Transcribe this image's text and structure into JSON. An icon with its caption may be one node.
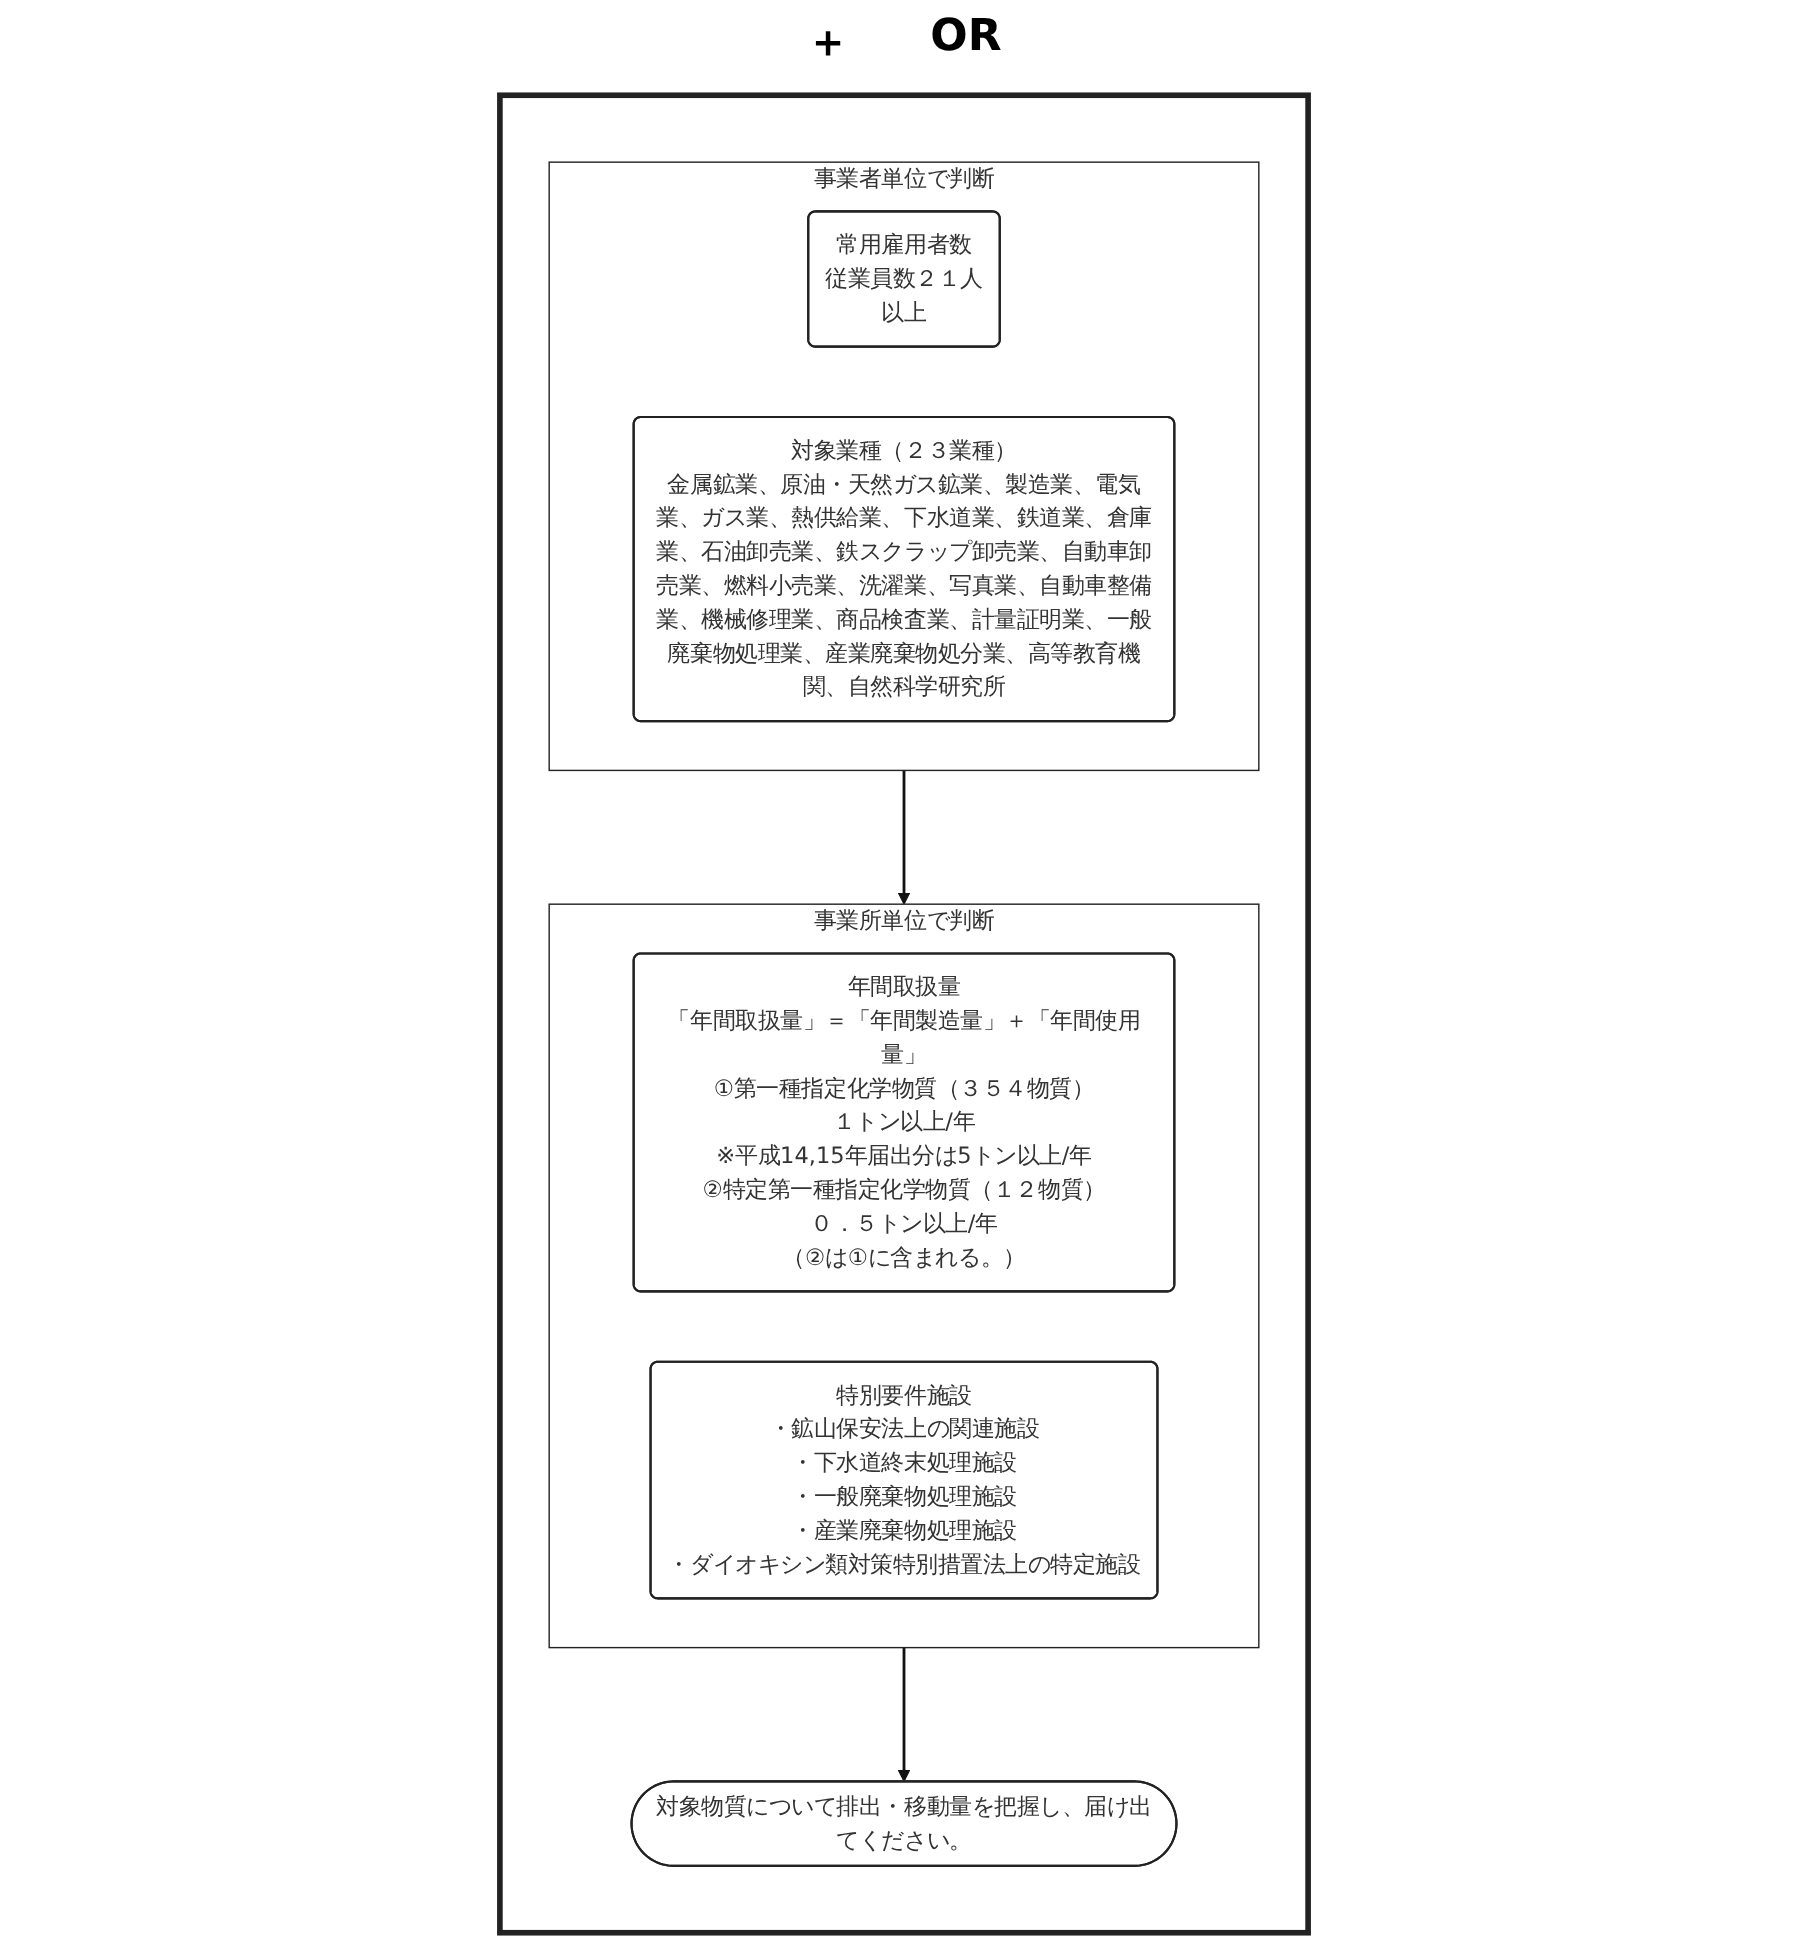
{
  "diagram": {
    "nodes": [
      {
        "text": [],
        "shape": "bubble"
      },
      {
        "text": [
          "事業者単位で判断"
        ],
        "in": 0
      },
      {
        "text": [
          "常用雇用者数",
          "従業員数２１人",
          "以上"
        ],
        "in": 1
      },
      {
        "text": [
          "対象業種（２３業種）",
          "金属鉱業、原油・天然ガス鉱業、製造業、電気業、ガス業、熱供給業、下水道業、鉄道業、倉庫業、石油卸売業、鉄スクラップ卸売業、自動車卸売業、燃料小売業、洗濯業、写真業、自動車整備業、機械修理業、商品検査業、計量証明業、一般廃棄物処理業、産業廃棄物処分業、高等教育機関、自然科学研究所"
        ],
        "in": 1
      },
      {
        "text": [
          "事業所単位で判断"
        ],
        "in": 0
      },
      {
        "text": [
          "年間取扱量",
          "「年間取扱量」＝「年間製造量」＋「年間使用量」",
          "①第一種指定化学物質（３５４物質）",
          "１トン以上/年",
          "※平成14,15年届出分は5トン以上/年",
          "②特定第一種指定化学物質（１２物質）",
          "０．５トン以上/年",
          "（②は①に含まれる。）"
        ],
        "in": 4
      },
      {
        "text": [
          "特別要件施設",
          "・鉱山保安法上の関連施設",
          "・下水道終末処理施設",
          "・一般廃棄物処理施設",
          "・産業廃棄物処理施設",
          "・ダイオキシン類対策特別措置法上の特定施設"
        ],
        "in": 4
      },
      {
        "text": [
          "対象物質について排出・移動量を把握し、届け出てください。"
        ],
        "in": 0
      }
    ],
    "edges": [
      {
        "from": 1,
        "to": 4,
        "arrow": "to"
      },
      {
        "from": 4,
        "to": 7,
        "arrow": "to"
      }
    ],
    "labels": [
      "＋",
      "OR"
    ]
  }
}
